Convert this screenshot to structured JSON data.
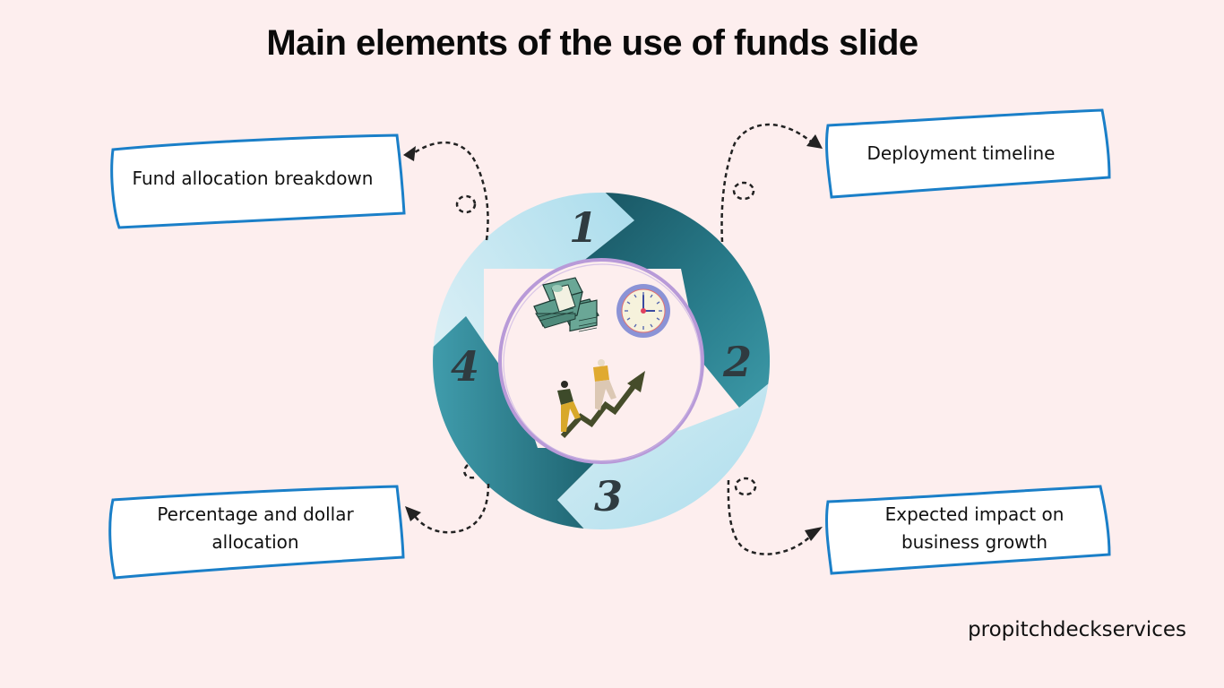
{
  "title": "Main elements of the use of funds slide",
  "brand": "propitchdeckservices",
  "colors": {
    "background": "#fdeeee",
    "box_border": "#1a7fc8",
    "ring_dark": "#1e6b78",
    "ring_mid": "#3b98a8",
    "ring_light": "#b3e2f0",
    "inner_circle_border": "#b89ad8",
    "step_number": "#2f3b40"
  },
  "steps": [
    {
      "number": "1",
      "label": "Fund allocation breakdown",
      "lines": [
        "Fund allocation breakdown"
      ]
    },
    {
      "number": "2",
      "label": "Deployment timeline",
      "lines": [
        "Deployment timeline"
      ]
    },
    {
      "number": "3",
      "label": "Expected impact on business growth",
      "lines": [
        "Expected impact on",
        "business growth"
      ]
    },
    {
      "number": "4",
      "label": "Percentage and dollar allocation",
      "lines": [
        "Percentage and dollar",
        "allocation"
      ]
    }
  ],
  "center_icons": [
    "money-stack-icon",
    "clock-icon",
    "growth-climbers-icon"
  ]
}
